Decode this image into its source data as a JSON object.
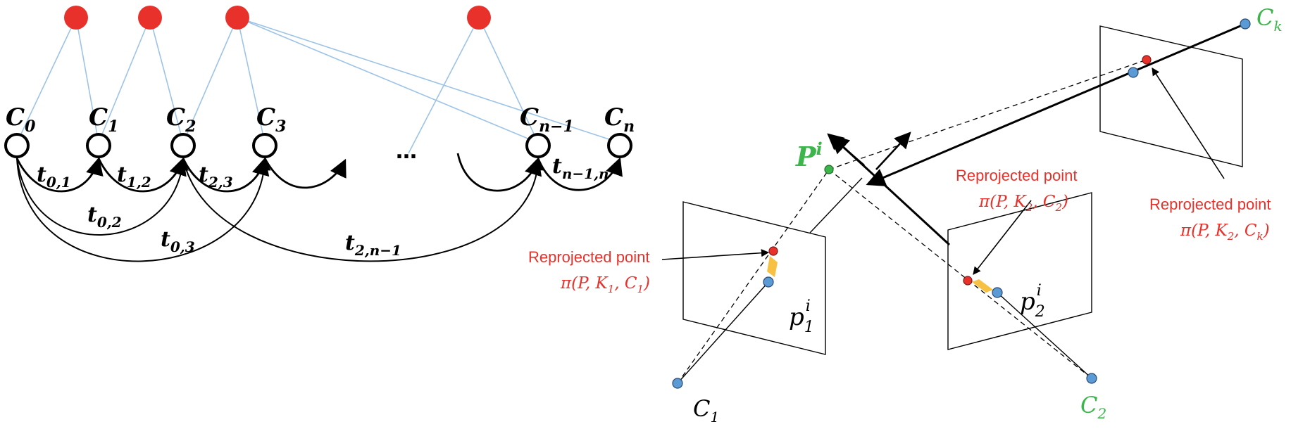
{
  "left_graph": {
    "camera_labels": {
      "c0": {
        "main": "C",
        "sub": "0"
      },
      "c1": {
        "main": "C",
        "sub": "1"
      },
      "c2": {
        "main": "C",
        "sub": "2"
      },
      "c3": {
        "main": "C",
        "sub": "3"
      },
      "cn1": {
        "main": "C",
        "sub": "n−1"
      },
      "cn": {
        "main": "C",
        "sub": "n"
      }
    },
    "edge_labels": {
      "t01": {
        "main": "t",
        "sub": "0,1"
      },
      "t12": {
        "main": "t",
        "sub": "1,2"
      },
      "t23": {
        "main": "t",
        "sub": "2,3"
      },
      "t02": {
        "main": "t",
        "sub": "0,2"
      },
      "t03": {
        "main": "t",
        "sub": "0,3"
      },
      "t2n1": {
        "main": "t",
        "sub": "2,n−1"
      },
      "tn1n": {
        "main": "t",
        "sub": "n−1,n"
      }
    },
    "ellipsis": "…"
  },
  "right_geometry": {
    "point_label": {
      "main": "P",
      "sup": "i"
    },
    "reproj_label": "Reprojected point",
    "pi_c1": {
      "pre": "π(P, K",
      "k": "1",
      "mid": ", C",
      "c": "1",
      "post": ")"
    },
    "pi_c2": {
      "pre": "π(P, K",
      "k": "2",
      "mid": ", C",
      "c": "2",
      "post": ")"
    },
    "pi_ck": {
      "pre": "π(P, K",
      "k": "2",
      "mid": ", C",
      "c": "k",
      "post": ")"
    },
    "p1": {
      "main": "p",
      "sub": "1",
      "sup": "i"
    },
    "p2": {
      "main": "p",
      "sub": "2",
      "sup": "i"
    },
    "cam1": {
      "main": "C",
      "sub": "1"
    },
    "cam2": {
      "main": "C",
      "sub": "2"
    },
    "camk": {
      "main": "C",
      "sub": "k"
    }
  },
  "colors": {
    "red_dot": "#e8312a",
    "blue_dot": "#5b9bd5",
    "green": "#3cb54a",
    "red_text": "#e8312a",
    "light_blue_line": "#9dc3e6",
    "orange_error": "#f7c244"
  }
}
